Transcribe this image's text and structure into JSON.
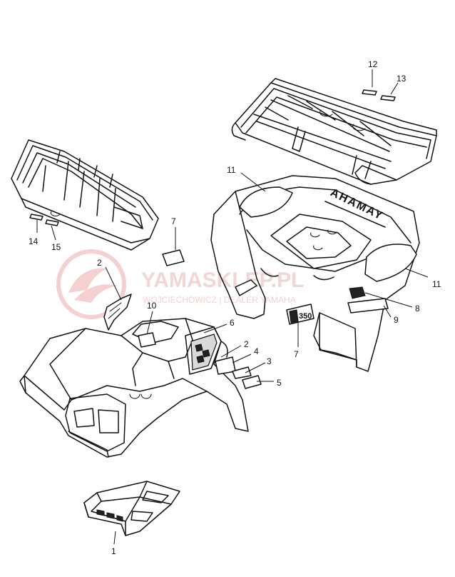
{
  "diagram": {
    "callouts": {
      "c1": "1",
      "c2a": "2",
      "c2b": "2",
      "c3": "3",
      "c4": "4",
      "c5": "5",
      "c6": "6",
      "c7a": "7",
      "c7b": "7",
      "c8": "8",
      "c9": "9",
      "c10": "10",
      "c11a": "11",
      "c11b": "11",
      "c12": "12",
      "c13": "13",
      "c14": "14",
      "c15": "15"
    },
    "fender_brand": "YAMAHA",
    "badge": "350"
  },
  "watermark": {
    "title": "YAMASKLEP.PL",
    "subtitle": "WOJCIECHOWICZ | DEALER YAMAHA"
  },
  "colors": {
    "line": "#111111",
    "watermark": "#e8b3b3"
  }
}
